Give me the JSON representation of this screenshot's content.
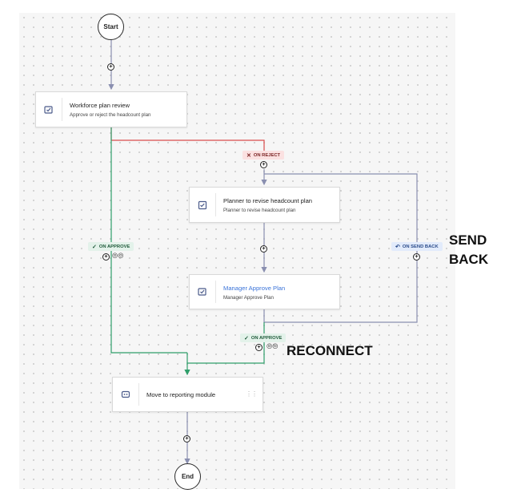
{
  "start_label": "Start",
  "end_label": "End",
  "nodes": {
    "workforce": {
      "title": "Workforce plan review",
      "subtitle": "Approve or reject the headcount plan",
      "icon": "approval-icon"
    },
    "planner": {
      "title": "Planner to revise headcount plan",
      "subtitle": "Planner to revise headcount plan",
      "icon": "task-icon"
    },
    "manager": {
      "title": "Manager Approve Plan",
      "subtitle": "Manager Approve Plan",
      "icon": "approval-icon"
    },
    "move": {
      "title": "Move to reporting module",
      "icon": "robot-icon"
    }
  },
  "badges": {
    "on_reject": "ON REJECT",
    "on_approve_left": "ON APPROVE",
    "on_approve_bottom": "ON APPROVE",
    "on_send_back": "ON SEND BACK"
  },
  "annotations": {
    "send_back_line1": "SEND",
    "send_back_line2": "BACK",
    "reconnect": "RECONNECT"
  },
  "colors": {
    "reject_line": "#d94c4c",
    "approve_line": "#2f9e6a",
    "default_line": "#8a8fb0",
    "title_link": "#3b74d9"
  }
}
